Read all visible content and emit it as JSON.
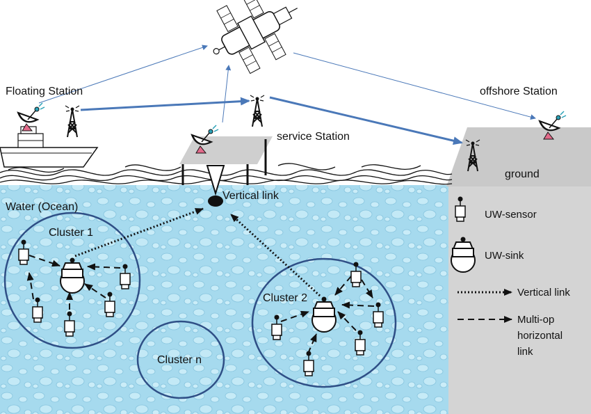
{
  "labels": {
    "floating_station": "Floating Station",
    "offshore_station": "offshore Station",
    "service_station": "service Station",
    "ground": "ground",
    "vertical_link": "Vertical link",
    "water": "Water (Ocean)",
    "cluster_1": "Cluster 1",
    "cluster_2": "Cluster 2",
    "cluster_n": "Cluster n"
  },
  "legend": {
    "uw_sensor": "UW-sensor",
    "uw_sink": "UW-sink",
    "vertical_link": "Vertical link",
    "multihop_line1": "Multi-op",
    "multihop_line2": "horizontal",
    "multihop_line3": "link"
  },
  "colors": {
    "link_blue": "#4a78b8",
    "cluster_stroke": "#2f4f86",
    "water": "#a8dcef",
    "land_gray": "#d0d0d0"
  },
  "icons": [
    "satellite-icon",
    "dish-antenna-icon",
    "radio-tower-icon",
    "ship-icon",
    "uw-sensor-icon",
    "uw-sink-icon",
    "buoy-icon"
  ]
}
